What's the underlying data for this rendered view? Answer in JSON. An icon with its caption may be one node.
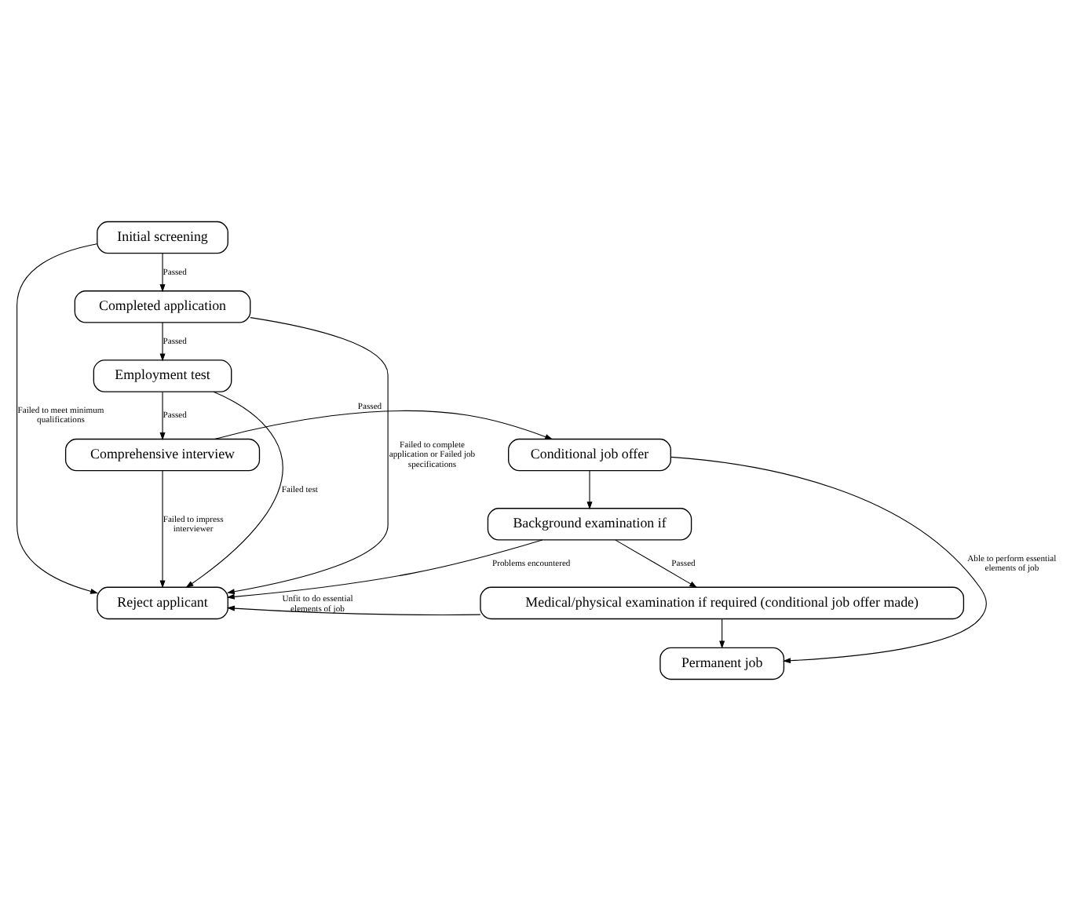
{
  "diagram": {
    "nodes": [
      {
        "text": [
          "Initial screening"
        ]
      },
      {
        "text": [
          "Completed application"
        ]
      },
      {
        "text": [
          "Employment test"
        ]
      },
      {
        "text": [
          "Comprehensive interview"
        ]
      },
      {
        "text": [
          "Conditional job offer"
        ]
      },
      {
        "text": [
          "Background examination if"
        ]
      },
      {
        "text": [
          "Reject applicant"
        ]
      },
      {
        "text": [
          "Medical/physical examination if required (conditional job offer made)"
        ]
      },
      {
        "text": [
          "Permanent job"
        ]
      }
    ],
    "edges": [
      {
        "from": 0,
        "to": 6,
        "arrow": "to",
        "label": "Failed to meet minimum qualifications"
      },
      {
        "from": 0,
        "to": 1,
        "arrow": "to",
        "label": "Passed"
      },
      {
        "from": 1,
        "to": 6,
        "arrow": "to",
        "label": "Failed to complete application or Failed job specifications"
      },
      {
        "from": 1,
        "to": 2,
        "arrow": "to",
        "label": "Passed"
      },
      {
        "from": 2,
        "to": 6,
        "arrow": "to",
        "label": "Failed test"
      },
      {
        "from": 2,
        "to": 3,
        "arrow": "to",
        "label": "Passed"
      },
      {
        "from": 3,
        "to": 6,
        "arrow": "to",
        "label": "Failed to impress interviewer"
      },
      {
        "from": 3,
        "to": 4,
        "arrow": "to",
        "label": "Passed"
      },
      {
        "from": 4,
        "to": 5,
        "arrow": "to"
      },
      {
        "from": 5,
        "to": 6,
        "arrow": "to",
        "label": "Problems encountered"
      },
      {
        "from": 5,
        "to": 7,
        "arrow": "to",
        "label": "Passed"
      },
      {
        "from": 7,
        "to": 6,
        "arrow": "to",
        "label": "Unfit to do essential elements of job"
      },
      {
        "from": 7,
        "to": 8,
        "arrow": "to"
      },
      {
        "from": 4,
        "to": 8,
        "arrow": "to",
        "label": "Able to perform essential elements of job"
      }
    ]
  }
}
